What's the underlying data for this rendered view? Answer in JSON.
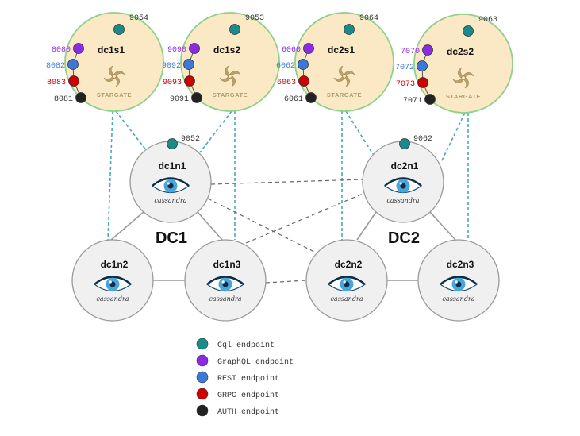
{
  "colors": {
    "cql": "#1a8a8a",
    "graphql": "#8a2be2",
    "rest": "#3c78d8",
    "grpc": "#cc0000",
    "auth": "#222222",
    "stargate_fill": "#fbe9c5",
    "stargate_stroke": "#8fd08a",
    "cassandra_fill": "#f0f0f0",
    "cassandra_stroke": "#999999",
    "link_dashed_blue": "#4aa8c0",
    "link_dashed_gray": "#666666",
    "link_solid": "#999999"
  },
  "cassandra_word": "cassandra",
  "stargate_word": "STARGATE",
  "datacenters": [
    {
      "name": "DC1"
    },
    {
      "name": "DC2"
    }
  ],
  "cassandra_nodes": [
    {
      "id": "dc1n1",
      "label": "dc1n1",
      "cql_port": "9052"
    },
    {
      "id": "dc1n2",
      "label": "dc1n2"
    },
    {
      "id": "dc1n3",
      "label": "dc1n3"
    },
    {
      "id": "dc2n1",
      "label": "dc2n1",
      "cql_port": "9062"
    },
    {
      "id": "dc2n2",
      "label": "dc2n2"
    },
    {
      "id": "dc2n3",
      "label": "dc2n3"
    }
  ],
  "stargate_nodes": [
    {
      "id": "dc1s1",
      "label": "dc1s1",
      "cql": "9054",
      "graphql": "8080",
      "rest": "8082",
      "grpc": "8083",
      "auth": "8081"
    },
    {
      "id": "dc1s2",
      "label": "dc1s2",
      "cql": "9053",
      "graphql": "9090",
      "rest": "9092",
      "grpc": "9093",
      "auth": "9091"
    },
    {
      "id": "dc2s1",
      "label": "dc2s1",
      "cql": "9064",
      "graphql": "6060",
      "rest": "6062",
      "grpc": "6063",
      "auth": "6061"
    },
    {
      "id": "dc2s2",
      "label": "dc2s2",
      "cql": "9063",
      "graphql": "7070",
      "rest": "7072",
      "grpc": "7073",
      "auth": "7071"
    }
  ],
  "legend": [
    {
      "key": "cql",
      "label": "Cql endpoint",
      "icon": "teal-dot"
    },
    {
      "key": "graphql",
      "label": "GraphQL endpoint",
      "icon": "purple-dot"
    },
    {
      "key": "rest",
      "label": "REST endpoint",
      "icon": "blue-dot"
    },
    {
      "key": "grpc",
      "label": "GRPC endpoint",
      "icon": "red-dot"
    },
    {
      "key": "auth",
      "label": "AUTH endpoint",
      "icon": "black-dot"
    }
  ]
}
